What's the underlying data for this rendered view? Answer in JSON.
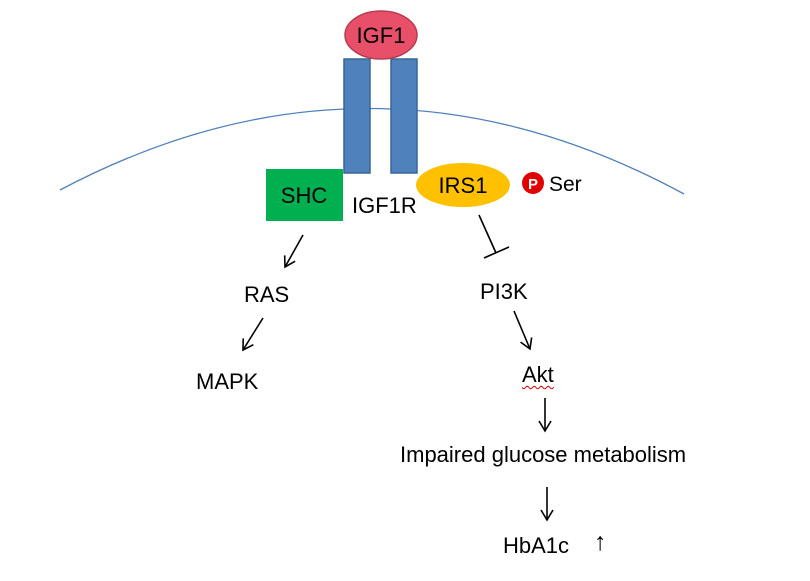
{
  "colors": {
    "membrane": "#4f81bd",
    "receptor": "#4f81bd",
    "receptor_border": "#3a6595",
    "ligand": "#e8506a",
    "ligand_border": "#b83c52",
    "shc": "#00b050",
    "irs1": "#ffc000",
    "phospho": "#e00000",
    "arrow": "#000000",
    "spellcheck_underline": "#cc0000"
  },
  "nodes": {
    "ligand": "IGF1",
    "receptor": "IGF1R",
    "shc": "SHC",
    "irs1": "IRS1",
    "phospho_badge": "P",
    "phospho_site": "Ser",
    "ras": "RAS",
    "mapk": "MAPK",
    "pi3k": "PI3K",
    "akt": "Akt",
    "glucose": "Impaired glucose metabolism",
    "hba1c": "HbA1c",
    "hba1c_trend": "↑"
  },
  "edges": [
    {
      "from": "shc",
      "to": "ras",
      "kind": "activation"
    },
    {
      "from": "ras",
      "to": "mapk",
      "kind": "activation"
    },
    {
      "from": "irs1",
      "to": "pi3k",
      "kind": "inhibition"
    },
    {
      "from": "pi3k",
      "to": "akt",
      "kind": "activation"
    },
    {
      "from": "akt",
      "to": "glucose",
      "kind": "activation"
    },
    {
      "from": "glucose",
      "to": "hba1c",
      "kind": "activation"
    }
  ]
}
